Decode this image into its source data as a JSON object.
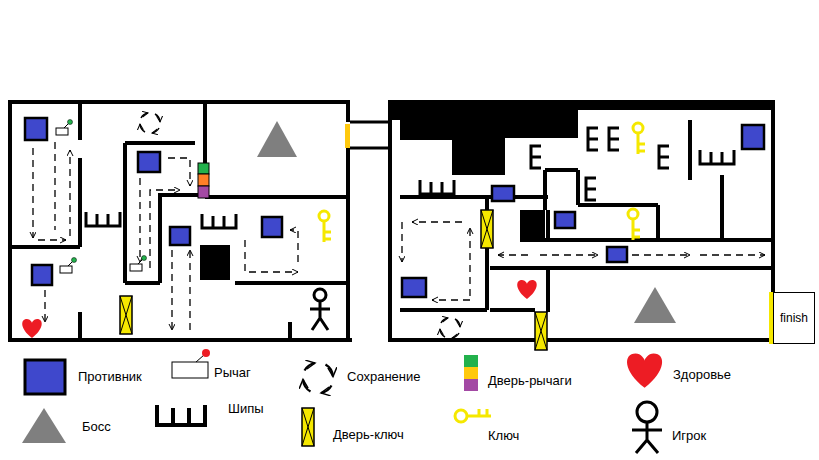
{
  "diagram": {
    "nodes": [
      {
        "text": [
          "finish"
        ]
      }
    ],
    "legend": [
      {
        "text": "Противник"
      },
      {
        "text": "Рычаг"
      },
      {
        "text": "Сохранение"
      },
      {
        "text": "Дверь-рычаги"
      },
      {
        "text": "Здоровье"
      },
      {
        "text": "Босс"
      },
      {
        "text": "Шипы"
      },
      {
        "text": "Дверь-ключ"
      },
      {
        "text": "Ключ"
      },
      {
        "text": "Игрок"
      }
    ]
  }
}
